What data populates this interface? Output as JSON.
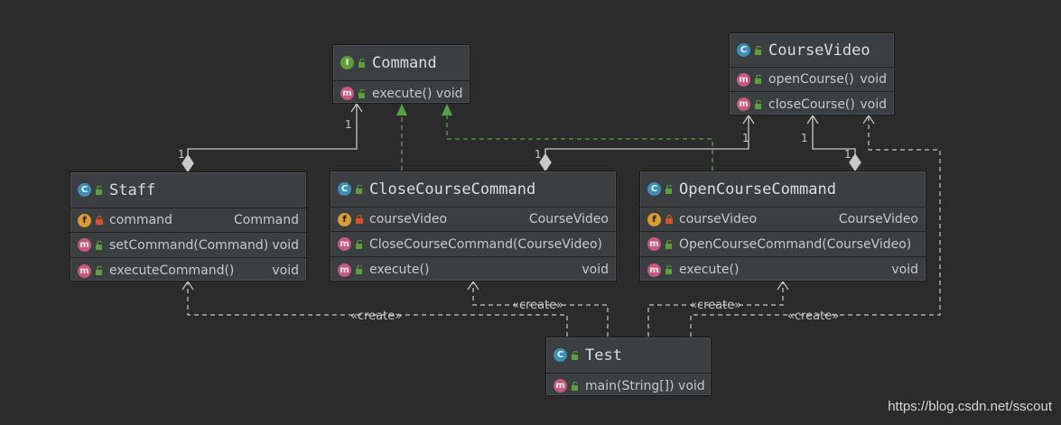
{
  "classes": {
    "command": {
      "name": "Command",
      "kind": "I",
      "methods": [
        {
          "name": "execute() void"
        }
      ]
    },
    "course_video": {
      "name": "CourseVideo",
      "kind": "C",
      "methods": [
        {
          "name": "openCourse()",
          "type": "void"
        },
        {
          "name": "closeCourse()",
          "type": "void"
        }
      ]
    },
    "staff": {
      "name": "Staff",
      "kind": "C",
      "fields": [
        {
          "name": "command",
          "type": "Command"
        }
      ],
      "methods": [
        {
          "name": "setCommand(Command)",
          "type": "void"
        },
        {
          "name": "executeCommand()",
          "type": "void"
        }
      ]
    },
    "close_course_command": {
      "name": "CloseCourseCommand",
      "kind": "C",
      "fields": [
        {
          "name": "courseVideo",
          "type": "CourseVideo"
        }
      ],
      "methods": [
        {
          "name": "CloseCourseCommand(CourseVideo)",
          "type": ""
        },
        {
          "name": "execute()",
          "type": "void"
        }
      ]
    },
    "open_course_command": {
      "name": "OpenCourseCommand",
      "kind": "C",
      "fields": [
        {
          "name": "courseVideo",
          "type": "CourseVideo"
        }
      ],
      "methods": [
        {
          "name": "OpenCourseCommand(CourseVideo)",
          "type": ""
        },
        {
          "name": "execute()",
          "type": "void"
        }
      ]
    },
    "test": {
      "name": "Test",
      "kind": "C",
      "methods": [
        {
          "name": "main(String[]) void"
        }
      ]
    }
  },
  "icons": {
    "class_kind": "C",
    "interface_kind": "I",
    "method_kind": "m",
    "field_kind": "f",
    "public_visibility": "unlock-icon",
    "private_visibility": "lock-icon"
  },
  "relations": {
    "create_label": "«create»",
    "multiplicity": "1"
  },
  "colors": {
    "background": "#2b2b2b",
    "box": "#3c3f41",
    "line": "#bdbdbd",
    "realization": "#59a04a"
  },
  "watermark": "https://blog.csdn.net/sscout"
}
